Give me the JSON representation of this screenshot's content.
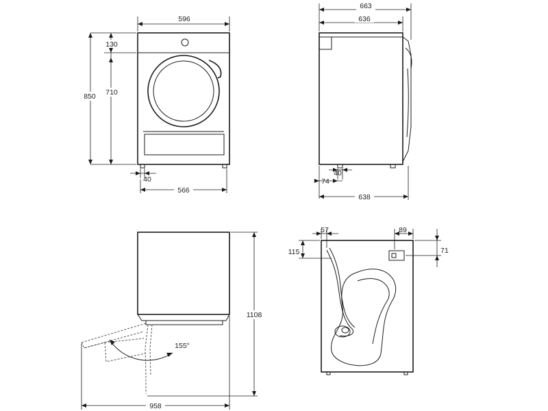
{
  "front_view": {
    "width_top": "596",
    "height_total": "850",
    "control_panel_height": "130",
    "body_height": "710",
    "foot_offset": "40",
    "width_bottom": "566"
  },
  "side_view": {
    "depth_total": "663",
    "depth_body": "636",
    "foot_offset_inner": "40",
    "foot_offset_outer": "74",
    "depth_base": "638"
  },
  "door_view": {
    "total_height_door_open": "1108",
    "door_opening_angle": "155°",
    "total_depth_door_open": "958"
  },
  "rear_view": {
    "left_offset": "57",
    "right_offset": "89",
    "left_height": "115",
    "right_height": "71"
  }
}
